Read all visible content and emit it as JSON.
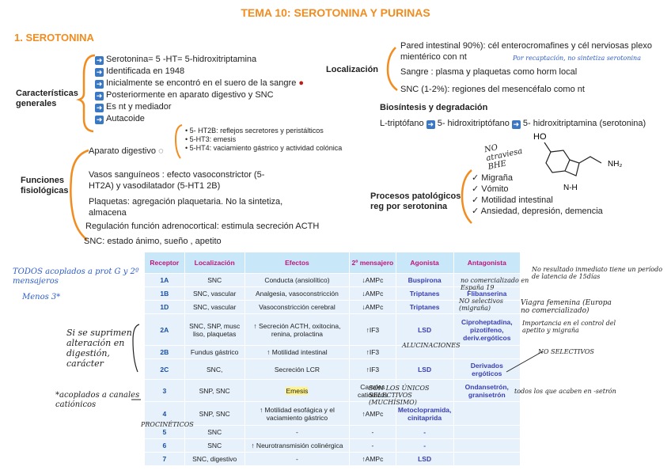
{
  "title": "TEMA 10: SEROTONINA Y PURINAS",
  "section": "1.  SEROTONINA",
  "caract": {
    "label": "Características generales",
    "items": [
      "Serotonina=  5 -HT= 5-hidroxitriptamina",
      "Identificada en 1948",
      "Inicialmente se encontró en el suero de la sangre",
      "Posteriormente en aparato digestivo y SNC",
      "Es nt y mediador",
      "Autacoide"
    ]
  },
  "funciones": {
    "label": "Funciones fisiológicas",
    "digestivo": "Aparato digestivo",
    "digest_items": [
      "5- HT2B: reflejos secretores y peristálticos",
      "5-HT3: emesis",
      "5-HT4:  vaciamiento gástrico y actividad colónica"
    ],
    "vasos": "Vasos sanguíneos : efecto vasoconstrictor (5-HT2A) y vasodilatador (5-HT1 2B)",
    "plaquetas": "Plaquetas: agregación plaquetaria. No la sintetiza, almacena",
    "regulacion": "Regulación función adrenocortical: estimula secreción ACTH",
    "snc": "SNC: estado ánimo, sueño , apetito"
  },
  "localizacion": {
    "label": "Localización",
    "pared": "Pared intestinal 90%): cél enterocromafines y cél nerviosas plexo mientérico con nt",
    "sangre": "Sangre : plasma y plaquetas como horm local",
    "snc": "SNC (1-2%): regiones del mesencéfalo como nt",
    "note": "Por recaptación, no sintetiza serotonina"
  },
  "biosintesis": {
    "title": "Biosíntesis y degradación",
    "chain": [
      "L-triptófano",
      "5- hidroxitriptófano",
      "5- hidroxitriptamina (serotonina)"
    ],
    "note": "NO atraviesa BHE"
  },
  "procesos": {
    "label": "Procesos patológicos reg por serotonina",
    "items": [
      "Migraña",
      "Vómito",
      "Motilidad intestinal",
      "Ansiedad, depresión, demencia"
    ]
  },
  "table": {
    "headers": [
      "Receptor",
      "Localización",
      "Efectos",
      "2º mensajero",
      "Agonista",
      "Antagonista"
    ],
    "rows": [
      [
        "1A",
        "SNC",
        "Conducta (ansiolítico)",
        "↓AMPc",
        "Buspirona",
        ""
      ],
      [
        "1B",
        "SNC, vascular",
        "Analgesia, vasoconstricción",
        "↓AMPc",
        "Triptanes",
        "Flibanserina"
      ],
      [
        "1D",
        "SNC, vascular",
        "Vasoconstricción cerebral",
        "↓AMPc",
        "Triptanes",
        ""
      ],
      [
        "2A",
        "SNC, SNP, musc liso, plaquetas",
        "↑ Secreción ACTH, oxitocina, renina, prolactina",
        "↑IF3",
        "LSD",
        "Ciproheptadina, pizotifeno, deriv.ergóticos"
      ],
      [
        "2B",
        "Fundus gástrico",
        "↑ Motilidad intestinal",
        "↑IF3",
        "",
        ""
      ],
      [
        "2C",
        "SNC,",
        "Secreción LCR",
        "↑IF3",
        "LSD",
        "Derivados ergóticos"
      ],
      [
        "3",
        "SNP, SNC",
        "Emesis",
        "Canales catiónicos",
        "",
        "Ondansetrón, granisetrón"
      ],
      [
        "4",
        "SNP, SNC",
        "↑ Motilidad esofágica y el vaciamiento gástrico",
        "↑AMPc",
        "Metoclopramida, cinitaprida",
        ""
      ],
      [
        "5",
        "SNC",
        "-",
        "-",
        "-",
        ""
      ],
      [
        "6",
        "SNC",
        "↑ Neurotransmisión colinérgica",
        "-",
        "-",
        ""
      ],
      [
        "7",
        "SNC, digestivo",
        "-",
        "↑AMPc",
        "LSD",
        ""
      ]
    ]
  },
  "notes": {
    "todos": "TODOS acoplados a prot G y 2º mensajeros",
    "menos": "Menos 3*",
    "suprimen": "Si se suprimen alteración en digestión, carácter",
    "acoplados": "*acoplados a canales catiónicos",
    "procineticos": "PROCINÉTICOS",
    "no_comerc": "no comercializado en España 19",
    "no_result": "No resultado inmediato tiene un período de latencia de 15días",
    "no_selectivos": "NO selectivos (migraña)",
    "viagra": "Viagra femenina (Europa no comercializado)",
    "alucinaciones": "ALUCINACIONES",
    "importancia": "Importancia en el control del apetito y migraña",
    "no_selectivos2": "NO SELECTIVOS",
    "unicos": "SON LOS ÚNICOS SELECTIVOS (MUCHÍSIMO)",
    "setron": "todos los que acaben en -setrón"
  },
  "structure": {
    "ho": "HO",
    "nh2": "NH₂",
    "nh": "N-H"
  }
}
